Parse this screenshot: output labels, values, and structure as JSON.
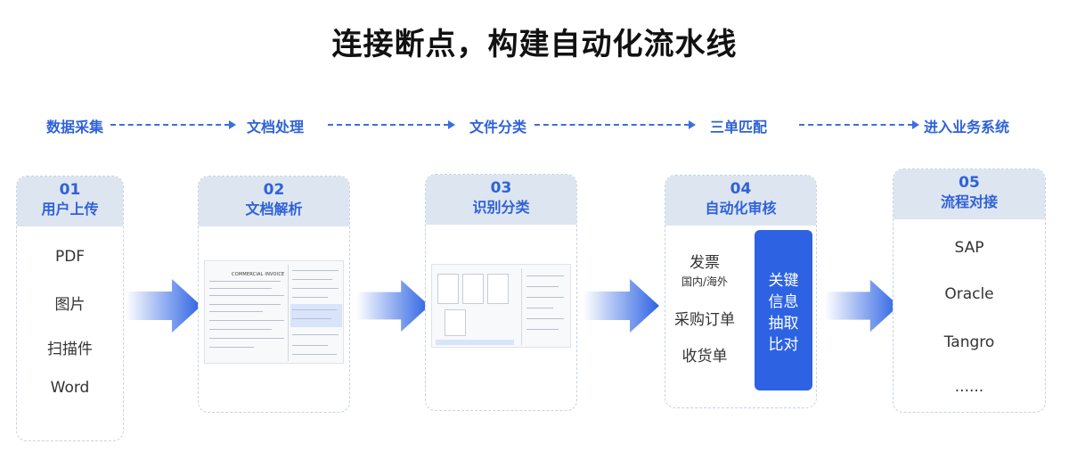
{
  "title": "连接断点，构建自动化流水线",
  "stages": [
    "数据采集",
    "文档处理",
    "文件分类",
    "三单匹配",
    "进入业务系统"
  ],
  "cards": [
    {
      "num": "01",
      "label": "用户上传",
      "items": [
        "PDF",
        "图片",
        "扫描件",
        "Word"
      ]
    },
    {
      "num": "02",
      "label": "文档解析",
      "doc_heading": "COMMERCIAL INVOICE"
    },
    {
      "num": "03",
      "label": "识别分类"
    },
    {
      "num": "04",
      "label": "自动化审核",
      "items": [
        "发票",
        "国内/海外",
        "采购订单",
        "收货单"
      ],
      "highlight_lines": [
        "关键",
        "信息",
        "抽取",
        "比对"
      ]
    },
    {
      "num": "05",
      "label": "流程对接",
      "items": [
        "SAP",
        "Oracle",
        "Tangro",
        "......"
      ]
    }
  ],
  "colors": {
    "accent": "#2d63e3",
    "stage_text": "#2f62d8",
    "card_head": "#dde5f0"
  }
}
